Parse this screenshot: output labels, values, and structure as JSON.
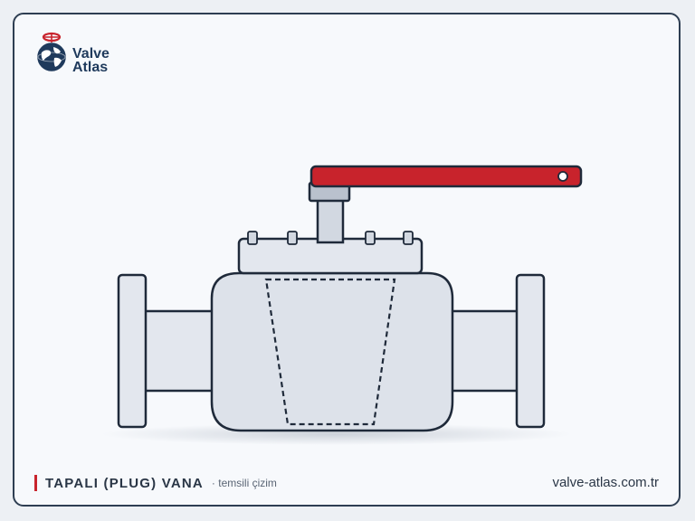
{
  "brand": {
    "name_line1": "Valve",
    "name_line2": "Atlas",
    "logo_icon": "globe-with-valve-wheel-icon"
  },
  "caption": {
    "title": "TAPALI (PLUG) VANA",
    "subtitle": "· temsili çizim"
  },
  "website": "valve-atlas.com.tr",
  "colors": {
    "outline": "#1f2a3a",
    "body_fill": "#dde2ea",
    "handle": "#c8232c",
    "accent": "#c8232c",
    "brand_blue": "#1f3a5c"
  }
}
